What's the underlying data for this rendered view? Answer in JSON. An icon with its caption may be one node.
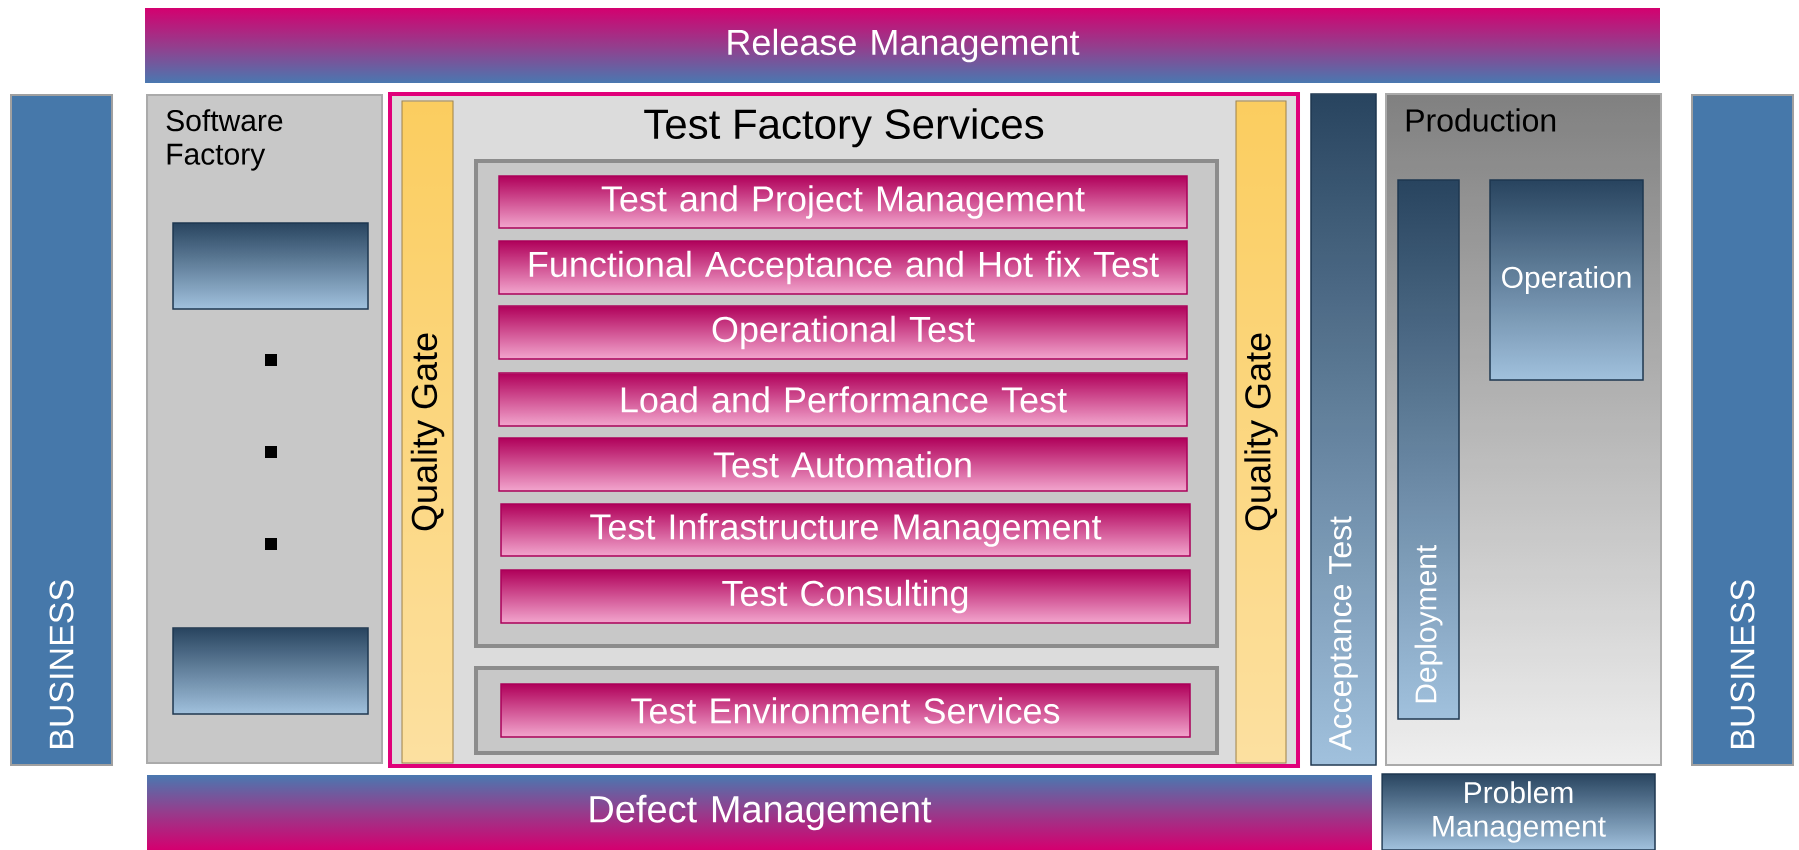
{
  "diagram": {
    "nodes": [
      {
        "text": [
          "Release Management"
        ]
      },
      {
        "text": [
          "BUSINESS"
        ]
      },
      {
        "text": [
          "Software Factory"
        ]
      },
      {
        "text": [],
        "shape": "box",
        "in": 2
      },
      {
        "text": [],
        "shape": "box",
        "in": 2
      },
      {
        "text": [
          "Test Factory Services"
        ]
      },
      {
        "text": [
          "Quality Gate"
        ],
        "in": 5
      },
      {
        "text": [],
        "shape": "box",
        "in": 5
      },
      {
        "text": [
          "Test and Project Management"
        ],
        "in": 7
      },
      {
        "text": [
          "Functional Acceptance and Hot fix Test"
        ],
        "in": 7
      },
      {
        "text": [
          "Operational Test"
        ],
        "in": 7
      },
      {
        "text": [
          "Load and Performance Test"
        ],
        "in": 7
      },
      {
        "text": [
          "Test Automation"
        ],
        "in": 7
      },
      {
        "text": [
          "Test Infrastructure Management"
        ],
        "in": 7
      },
      {
        "text": [
          "Test Consulting"
        ],
        "in": 7
      },
      {
        "text": [],
        "shape": "box",
        "in": 5
      },
      {
        "text": [
          "Test Environment Services"
        ],
        "in": 15
      },
      {
        "text": [
          "Quality Gate"
        ],
        "in": 5
      },
      {
        "text": [
          "Acceptance Test"
        ]
      },
      {
        "text": [
          "Production"
        ]
      },
      {
        "text": [
          "Deployment"
        ],
        "in": 19
      },
      {
        "text": [
          "Operation"
        ],
        "in": 19
      },
      {
        "text": [
          "BUSINESS"
        ]
      },
      {
        "text": [
          "Defect Management"
        ]
      },
      {
        "text": [
          "Problem Management"
        ]
      }
    ]
  }
}
